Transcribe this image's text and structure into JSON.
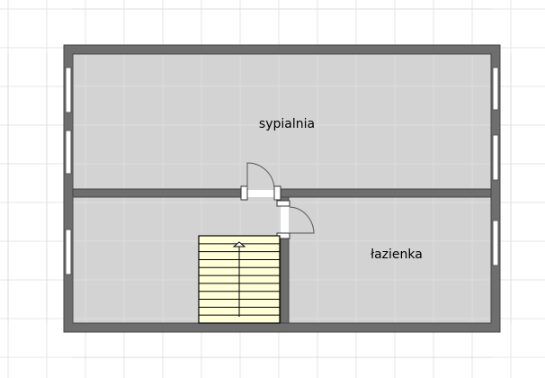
{
  "plan": {
    "rooms": [
      {
        "name": "sypialnia"
      },
      {
        "name": "łazienka"
      }
    ],
    "colors": {
      "wall": "#6e6e6e",
      "floor": "#d3d3d3",
      "stairs": "#ffffd8",
      "grid": "#e6e6e6",
      "window": "#ffffff"
    },
    "stairs": {
      "direction": "up",
      "step_count": 11
    }
  }
}
